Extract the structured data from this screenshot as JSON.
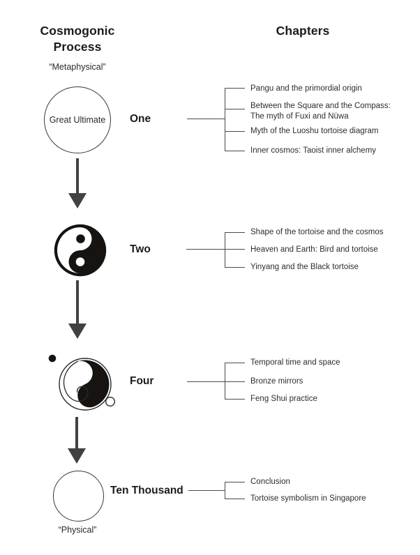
{
  "header": {
    "process_title": "Cosmogonic Process",
    "chapters_title": "Chapters"
  },
  "flow_labels": {
    "top": "“Metaphysical”",
    "bottom": "“Physical”"
  },
  "stages": [
    {
      "label": "One",
      "symbol": "great-ultimate-circle",
      "symbol_text": "Great Ultimate",
      "chapters": [
        "Pangu and the primordial origin",
        "Between the Square and the Compass:\nThe myth of Fuxi and Nüwa",
        "Myth of the Luoshu tortoise diagram",
        "Inner cosmos: Taoist inner alchemy"
      ]
    },
    {
      "label": "Two",
      "symbol": "yinyang-taijitu-icon",
      "chapters": [
        "Shape of the tortoise and the cosmos",
        "Heaven and Earth: Bird and tortoise",
        "Yinyang and the Black tortoise"
      ]
    },
    {
      "label": "Four",
      "symbol": "four-symbols-taiji-icon",
      "chapters": [
        "Temporal time and space",
        "Bronze mirrors",
        "Feng Shui practice"
      ]
    },
    {
      "label": "Ten Thousand",
      "symbol": "empty-circle",
      "chapters": [
        "Conclusion",
        "Tortoise symbolism in Singapore"
      ]
    }
  ],
  "colors": {
    "ink": "#231f20",
    "line_gray": "#4a4a4a",
    "arrow_gray": "#414042"
  }
}
